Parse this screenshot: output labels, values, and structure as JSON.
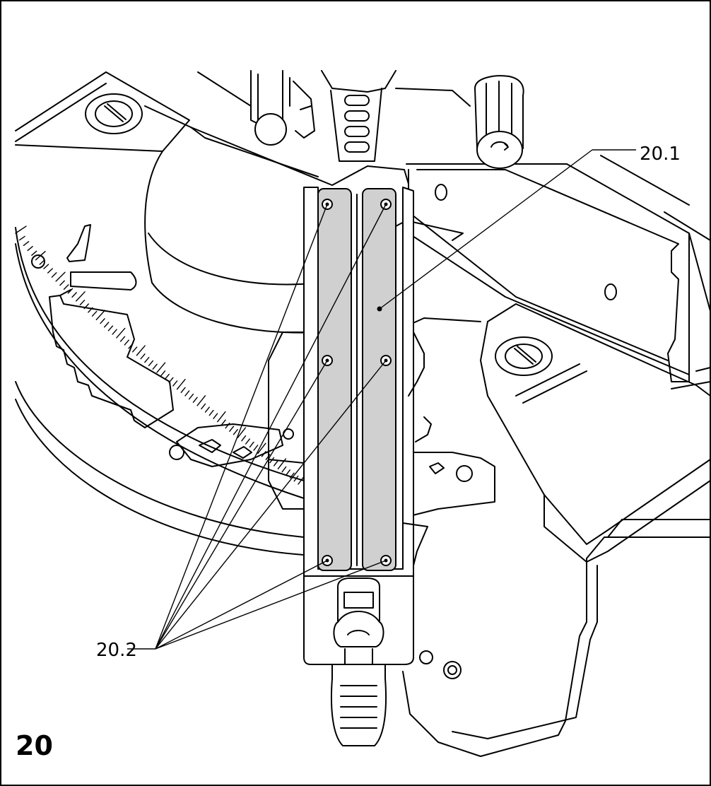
{
  "figure": {
    "number": "20",
    "callouts": [
      {
        "id": "20.1",
        "text": "20.1"
      },
      {
        "id": "20.2",
        "text": "20.2"
      }
    ]
  }
}
